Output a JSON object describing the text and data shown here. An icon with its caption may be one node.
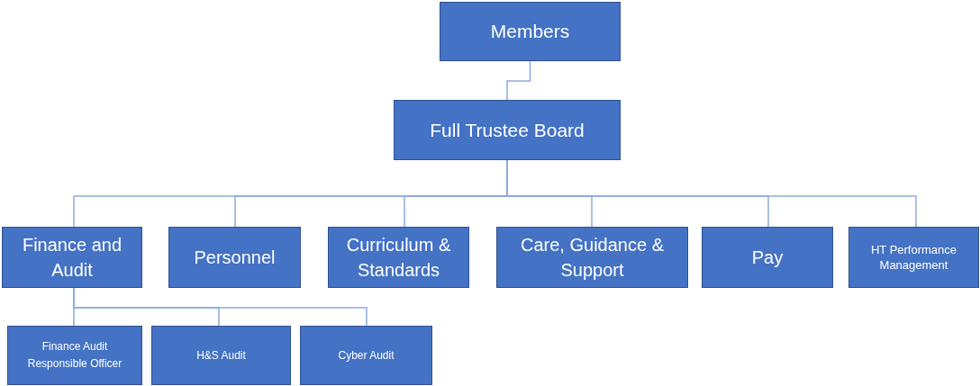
{
  "diagram": {
    "nodes": [
      {
        "text": [
          "Members"
        ]
      },
      {
        "text": [
          "Full Trustee Board"
        ]
      },
      {
        "text": [
          "Finance and Audit"
        ]
      },
      {
        "text": [
          "Personnel"
        ]
      },
      {
        "text": [
          "Curriculum & Standards"
        ]
      },
      {
        "text": [
          "Care, Guidance & Support"
        ]
      },
      {
        "text": [
          "Pay"
        ]
      },
      {
        "text": [
          "HT Performance Management"
        ]
      },
      {
        "text": [
          "Finance Audit Responsible Officer"
        ]
      },
      {
        "text": [
          "H&S Audit"
        ]
      },
      {
        "text": [
          "Cyber Audit"
        ]
      }
    ],
    "edges": [
      {
        "from": 0,
        "to": 1,
        "arrow": "none"
      },
      {
        "from": 1,
        "to": 2,
        "arrow": "none"
      },
      {
        "from": 1,
        "to": 3,
        "arrow": "none"
      },
      {
        "from": 1,
        "to": 4,
        "arrow": "none"
      },
      {
        "from": 1,
        "to": 5,
        "arrow": "none"
      },
      {
        "from": 1,
        "to": 6,
        "arrow": "none"
      },
      {
        "from": 1,
        "to": 7,
        "arrow": "none"
      },
      {
        "from": 2,
        "to": 8,
        "arrow": "none"
      },
      {
        "from": 2,
        "to": 9,
        "arrow": "none"
      },
      {
        "from": 2,
        "to": 10,
        "arrow": "none"
      }
    ]
  }
}
